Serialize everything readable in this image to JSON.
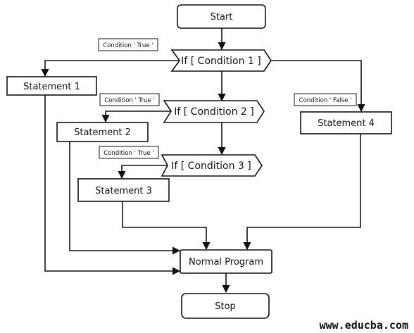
{
  "nodes": {
    "start": "Start",
    "condition1": "If [ Condition 1 ]",
    "condition2": "If [ Condition 2 ]",
    "condition3": "If [ Condition 3 ]",
    "statement1": "Statement 1",
    "statement2": "Statement 2",
    "statement3": "Statement 3",
    "statement4": "Statement 4",
    "normal_program": "Normal Program",
    "stop": "Stop"
  },
  "edge_labels": {
    "condition1_true": "Condition ' True '",
    "condition2_true": "Condition ' True '",
    "condition3_true": "Condition ' True '",
    "condition1_false": "Condition ' False '"
  },
  "footer": {
    "website": "www.educba.com"
  }
}
